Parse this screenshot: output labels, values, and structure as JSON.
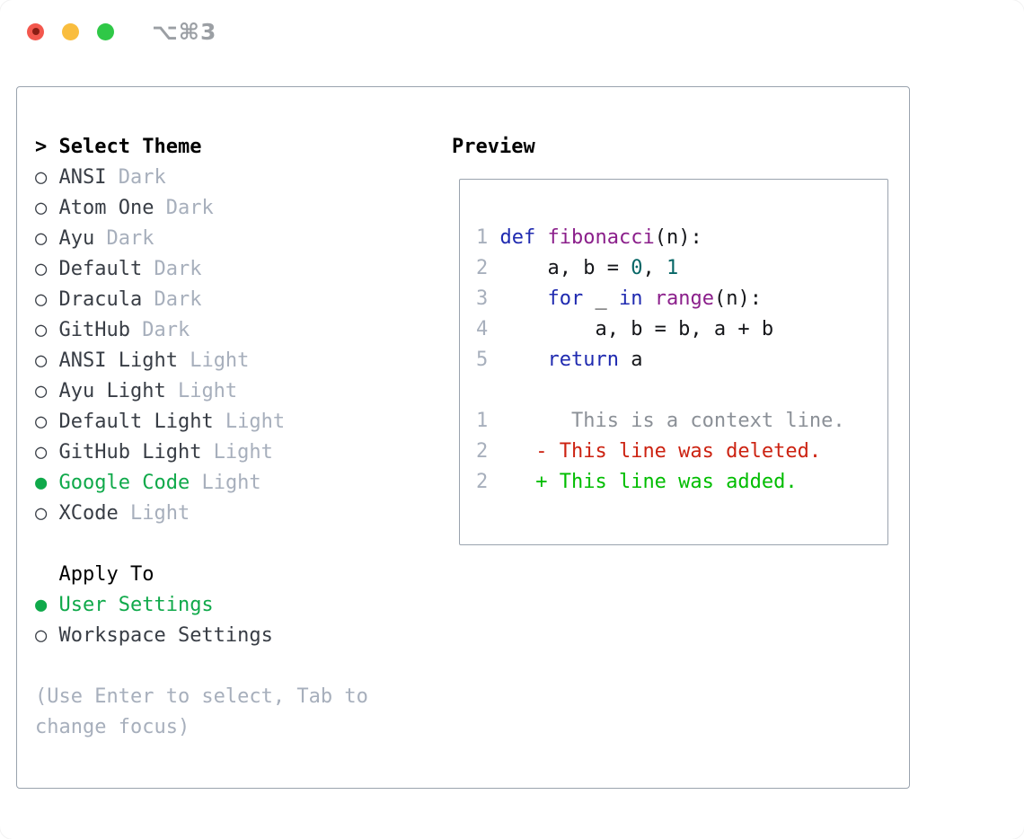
{
  "window": {
    "title": "⌥⌘3",
    "traffic_lights": [
      "close",
      "minimize",
      "zoom"
    ]
  },
  "theme_panel": {
    "header": {
      "prefix": ">",
      "label": "Select Theme"
    },
    "bullet_unselected": "○",
    "bullet_selected": "●",
    "themes": [
      {
        "name": "ANSI",
        "variant": "Dark",
        "selected": false
      },
      {
        "name": "Atom One",
        "variant": "Dark",
        "selected": false
      },
      {
        "name": "Ayu",
        "variant": "Dark",
        "selected": false
      },
      {
        "name": "Default",
        "variant": "Dark",
        "selected": false
      },
      {
        "name": "Dracula",
        "variant": "Dark",
        "selected": false
      },
      {
        "name": "GitHub",
        "variant": "Dark",
        "selected": false
      },
      {
        "name": "ANSI Light",
        "variant": "Light",
        "selected": false
      },
      {
        "name": "Ayu Light",
        "variant": "Light",
        "selected": false
      },
      {
        "name": "Default Light",
        "variant": "Light",
        "selected": false
      },
      {
        "name": "GitHub Light",
        "variant": "Light",
        "selected": false
      },
      {
        "name": "Google Code",
        "variant": "Light",
        "selected": true
      },
      {
        "name": "XCode",
        "variant": "Light",
        "selected": false
      }
    ],
    "apply_to": {
      "label": "Apply To",
      "options": [
        {
          "name": "User Settings",
          "selected": true
        },
        {
          "name": "Workspace Settings",
          "selected": false
        }
      ]
    },
    "hint_lines": [
      "(Use Enter to select, Tab to",
      "change focus)"
    ]
  },
  "preview": {
    "label": "Preview",
    "code_lines": [
      {
        "num": "1",
        "segments": [
          {
            "t": "def",
            "c": "kw"
          },
          {
            "t": " ",
            "c": "pl"
          },
          {
            "t": "fibonacci",
            "c": "fn"
          },
          {
            "t": "(n):",
            "c": "pl"
          }
        ]
      },
      {
        "num": "2",
        "segments": [
          {
            "t": "    a, b = ",
            "c": "pl"
          },
          {
            "t": "0",
            "c": "num"
          },
          {
            "t": ", ",
            "c": "pl"
          },
          {
            "t": "1",
            "c": "num"
          }
        ]
      },
      {
        "num": "3",
        "segments": [
          {
            "t": "    ",
            "c": "pl"
          },
          {
            "t": "for",
            "c": "kw"
          },
          {
            "t": " _ ",
            "c": "pl"
          },
          {
            "t": "in",
            "c": "kw"
          },
          {
            "t": " ",
            "c": "pl"
          },
          {
            "t": "range",
            "c": "fn"
          },
          {
            "t": "(n):",
            "c": "pl"
          }
        ]
      },
      {
        "num": "4",
        "segments": [
          {
            "t": "        a, b = b, a + b",
            "c": "pl"
          }
        ]
      },
      {
        "num": "5",
        "segments": [
          {
            "t": "    ",
            "c": "pl"
          },
          {
            "t": "return",
            "c": "kw"
          },
          {
            "t": " a",
            "c": "pl"
          }
        ]
      }
    ],
    "diff_lines": [
      {
        "num": "1",
        "text": "      This is a context line.",
        "type": "context"
      },
      {
        "num": "2",
        "text": "   - This line was deleted.",
        "type": "deleted"
      },
      {
        "num": "2",
        "text": "   + This line was added.",
        "type": "added"
      }
    ]
  },
  "colors": {
    "accent_green": "#0fa94a",
    "diff_red": "#cc2211",
    "diff_green": "#00bd00",
    "diff_context": "#8b9097",
    "syntax_keyword": "#1f2ab0",
    "syntax_function": "#8b1f8b",
    "syntax_number": "#066666",
    "syntax_plain": "#15161a",
    "text_dark": "#383d45",
    "text_gray": "#a7afbc",
    "line_number_gray": "#a7afbc",
    "border_gray": "#9aa3ae",
    "title_gray": "#9b9fa4",
    "traffic_red": "#f3574d",
    "traffic_yellow": "#f9bd3e",
    "traffic_green": "#2fc847"
  }
}
